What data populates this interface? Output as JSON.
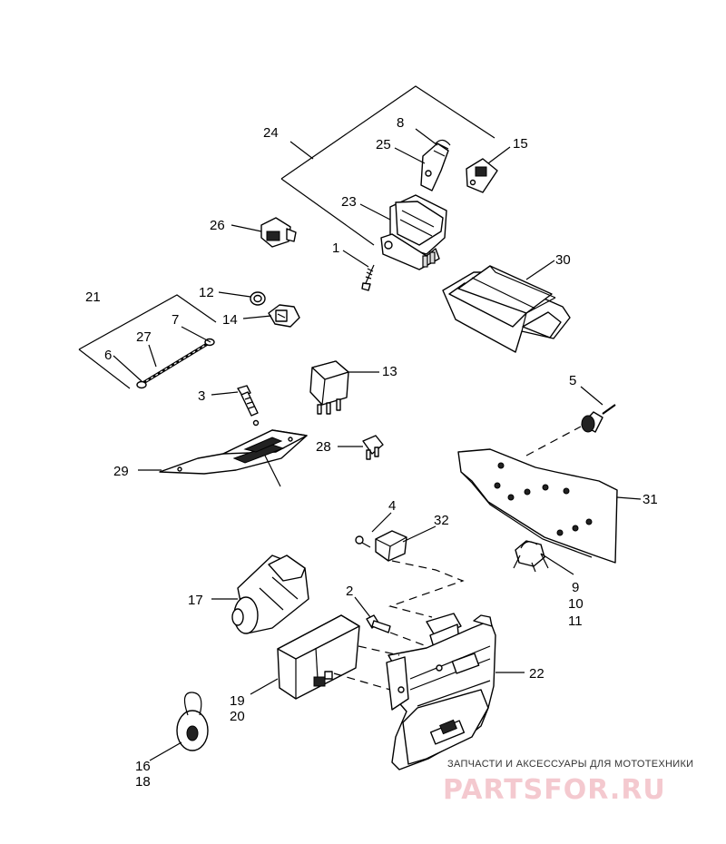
{
  "callouts": {
    "c1": "1",
    "c2": "2",
    "c3": "3",
    "c4": "4",
    "c5": "5",
    "c6": "6",
    "c7": "7",
    "c8": "8",
    "c9": "9",
    "c10": "10",
    "c11": "11",
    "c12": "12",
    "c13": "13",
    "c14": "14",
    "c15": "15",
    "c16": "16",
    "c17": "17",
    "c18": "18",
    "c19": "19",
    "c20": "20",
    "c21": "21",
    "c22": "22",
    "c23": "23",
    "c24": "24",
    "c25": "25",
    "c26": "26",
    "c27": "27",
    "c28": "28",
    "c29": "29",
    "c30": "30",
    "c31": "31",
    "c32": "32"
  },
  "watermark": {
    "tagline": "ЗАПЧАСТИ И АКСЕССУАРЫ ДЛЯ МОТОТЕХНИКИ",
    "brand": "PARTSFOR.RU"
  }
}
